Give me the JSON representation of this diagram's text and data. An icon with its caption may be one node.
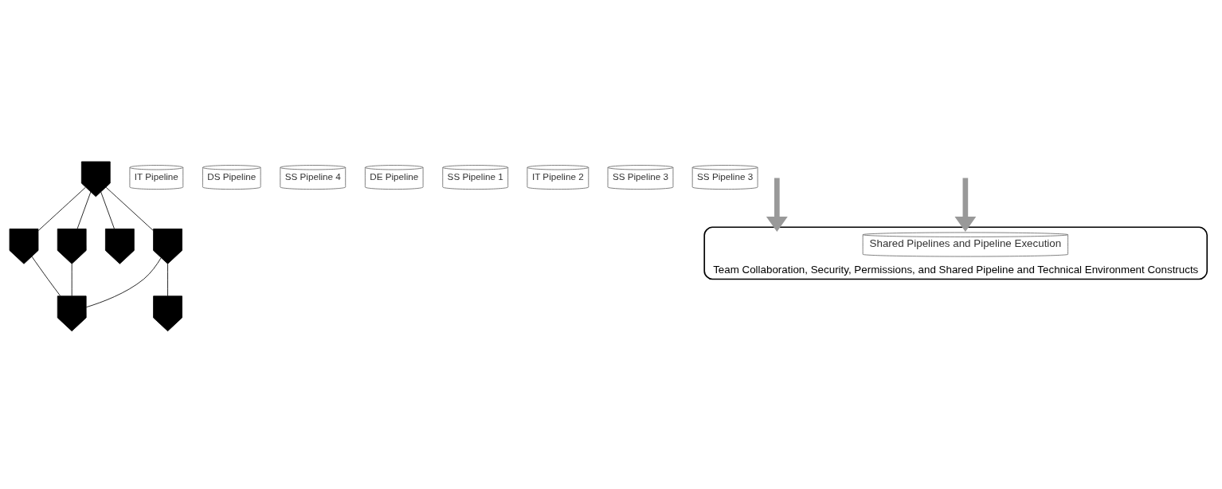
{
  "diagram": {
    "nodes": [
      {
        "text": [],
        "shape": "person"
      },
      {
        "text": [],
        "shape": "person"
      },
      {
        "text": [],
        "shape": "person"
      },
      {
        "text": [],
        "shape": "person"
      },
      {
        "text": [],
        "shape": "person"
      },
      {
        "text": [],
        "shape": "person"
      },
      {
        "text": [],
        "shape": "person"
      },
      {
        "text": [
          "IT Pipeline"
        ]
      },
      {
        "text": [
          "DS Pipeline"
        ]
      },
      {
        "text": [
          "SS Pipeline 4"
        ]
      },
      {
        "text": [
          "DE Pipeline"
        ]
      },
      {
        "text": [
          "SS Pipeline 1"
        ]
      },
      {
        "text": [
          "IT Pipeline 2"
        ]
      },
      {
        "text": [
          "SS Pipeline 3"
        ]
      },
      {
        "text": [
          "SS Pipeline 3"
        ]
      },
      {
        "text": [
          "Team Collaboration, Security, Permissions, and Shared Pipeline and Technical Environment Constructs"
        ]
      },
      {
        "text": [
          "Shared Pipelines and Pipeline Execution"
        ],
        "in": 15
      }
    ],
    "edges": [
      {
        "from": 0,
        "to": 1,
        "arrow": "none"
      },
      {
        "from": 0,
        "to": 3,
        "arrow": "none"
      },
      {
        "from": 0,
        "to": 5,
        "arrow": "none"
      },
      {
        "from": 0,
        "to": 6,
        "arrow": "none"
      },
      {
        "from": 6,
        "to": 2,
        "arrow": "none"
      },
      {
        "from": 6,
        "to": 4,
        "arrow": "none"
      },
      {
        "from": 3,
        "to": 4,
        "arrow": "none"
      },
      {
        "from": 1,
        "to": 4,
        "arrow": "none"
      },
      {
        "from": null,
        "to": 15,
        "arrow": "to",
        "style": "thick",
        "color": "#999999"
      },
      {
        "from": null,
        "to": 15,
        "arrow": "to",
        "style": "thick",
        "color": "#999999"
      }
    ]
  }
}
